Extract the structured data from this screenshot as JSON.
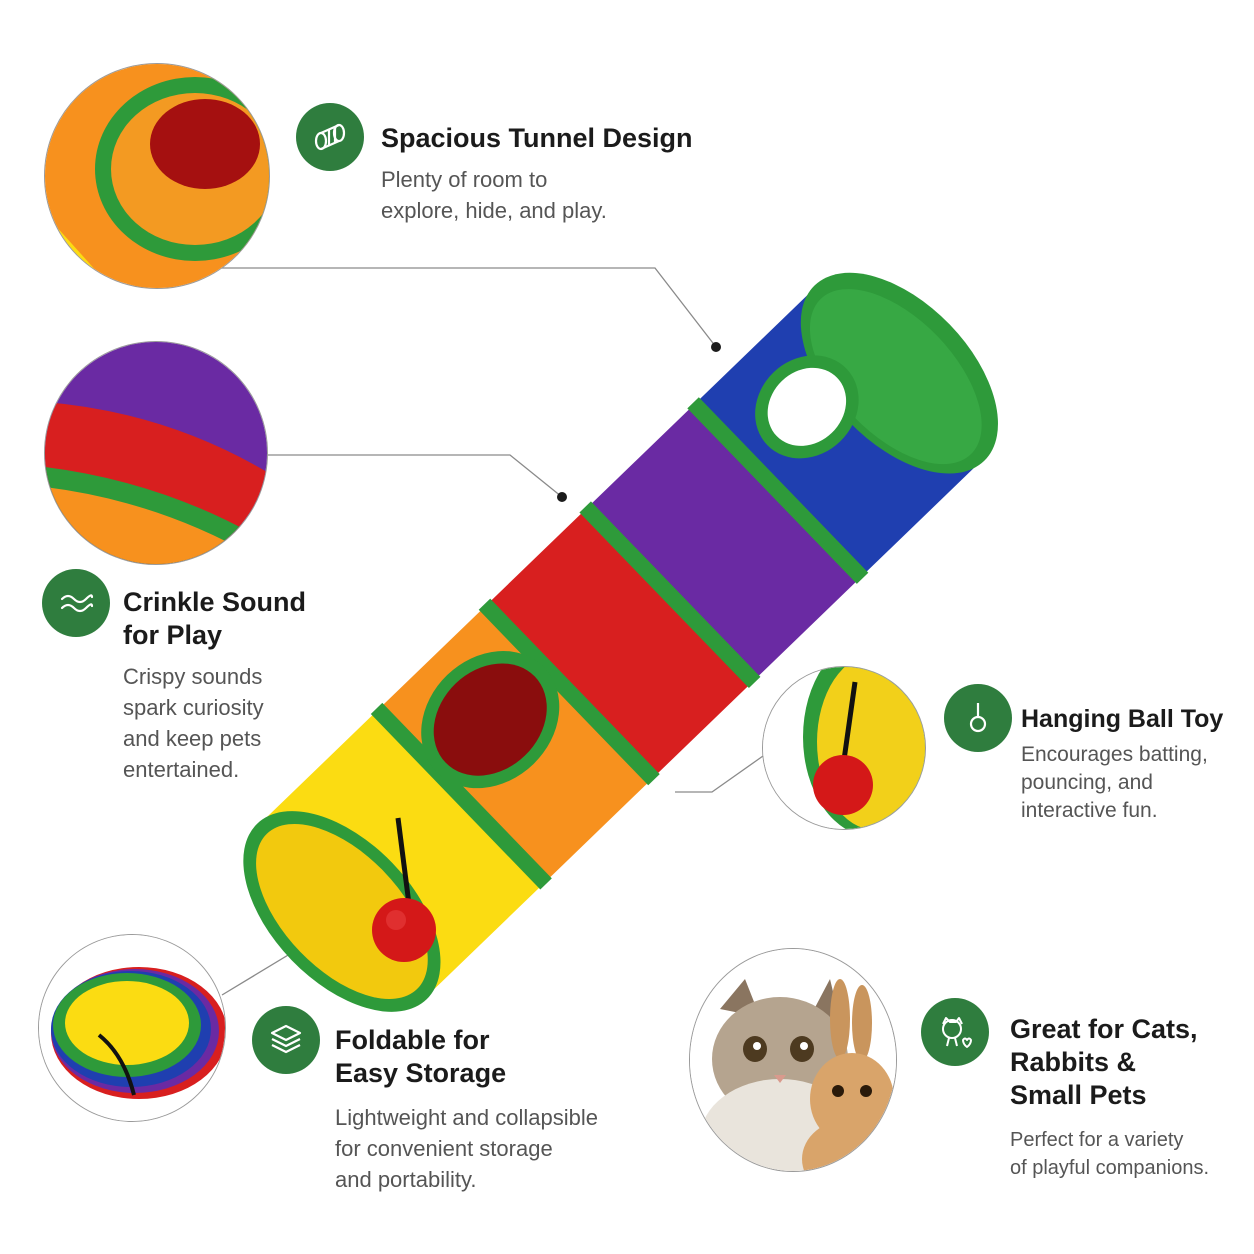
{
  "features": [
    {
      "id": "tunnel",
      "icon": "tunnel-icon",
      "title_lines": [
        "Spacious Tunnel Design"
      ],
      "desc_lines": [
        "Plenty of room to",
        "explore, hide, and play."
      ]
    },
    {
      "id": "crinkle",
      "icon": "wave-icon",
      "title_lines": [
        "Crinkle Sound",
        "for Play"
      ],
      "desc_lines": [
        "Crispy sounds",
        "spark curiosity",
        "and keep pets",
        "entertained."
      ]
    },
    {
      "id": "ball",
      "icon": "ball-toy-icon",
      "title_lines": [
        "Hanging Ball Toy"
      ],
      "desc_lines": [
        "Encourages batting,",
        "pouncing, and",
        "interactive fun."
      ]
    },
    {
      "id": "fold",
      "icon": "layers-icon",
      "title_lines": [
        "Foldable for",
        "Easy Storage"
      ],
      "desc_lines": [
        "Lightweight and collapsible",
        "for convenient storage",
        "and portability."
      ]
    },
    {
      "id": "pets",
      "icon": "pets-icon",
      "title_lines": [
        "Great for Cats,",
        "Rabbits &",
        "Small Pets"
      ],
      "desc_lines": [
        "Perfect for a variety",
        "of playful companions."
      ]
    }
  ],
  "colors": {
    "accent_green": "#2f7d3e",
    "tunnel_green": "#2e9a3a",
    "tunnel_yellow": "#fbdc12",
    "tunnel_orange": "#f7911e",
    "tunnel_red": "#d81f1f",
    "tunnel_purple": "#6a2aa3",
    "tunnel_blue": "#1f3fb0",
    "ball_red": "#d41818"
  }
}
